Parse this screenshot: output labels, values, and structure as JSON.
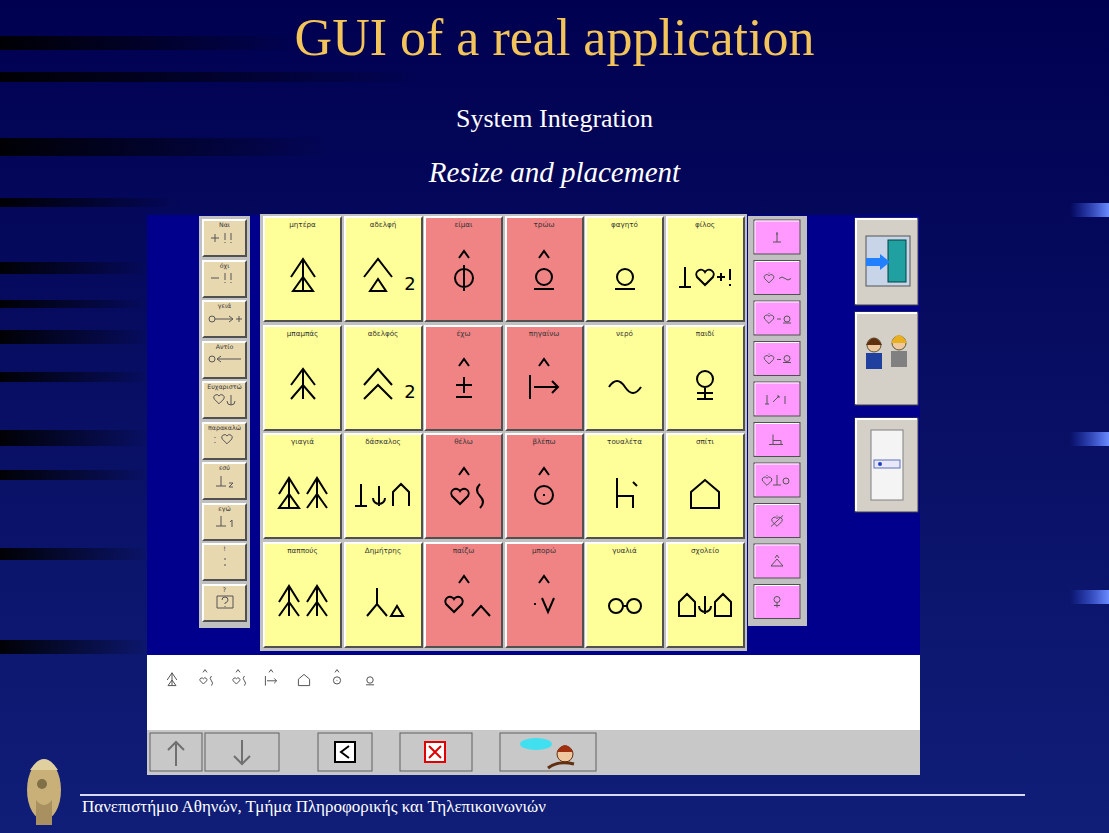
{
  "diagram": {
    "title": "GUI of a real application",
    "nodes": [
      {
        "text": [
          "Ναι"
        ]
      },
      {
        "text": [
          "όχι"
        ]
      },
      {
        "text": [
          "γειά"
        ]
      },
      {
        "text": [
          "Αντίο"
        ]
      },
      {
        "text": [
          "Ευχαριστώ"
        ]
      },
      {
        "text": [
          "παρακαλώ"
        ]
      },
      {
        "text": [
          "εσύ"
        ]
      },
      {
        "text": [
          "εγώ"
        ]
      },
      {
        "text": [
          "!"
        ]
      },
      {
        "text": [
          "?"
        ]
      },
      {
        "text": [
          "μητέρα"
        ]
      },
      {
        "text": [
          "αδελφή",
          "2"
        ]
      },
      {
        "text": [
          "είμαι"
        ]
      },
      {
        "text": [
          "τρώω"
        ]
      },
      {
        "text": [
          "φαγητό"
        ]
      },
      {
        "text": [
          "φίλος"
        ]
      },
      {
        "text": [
          "μπαμπάς"
        ]
      },
      {
        "text": [
          "αδελφός",
          "2"
        ]
      },
      {
        "text": [
          "έχω"
        ]
      },
      {
        "text": [
          "πηγαίνω"
        ]
      },
      {
        "text": [
          "νερό"
        ]
      },
      {
        "text": [
          "παιδί"
        ]
      },
      {
        "text": [
          "γιαγιά"
        ]
      },
      {
        "text": [
          "δάσκαλος"
        ]
      },
      {
        "text": [
          "θέλω"
        ]
      },
      {
        "text": [
          "βλέπω"
        ]
      },
      {
        "text": [
          "τουαλέτα"
        ]
      },
      {
        "text": [
          "σπίτι"
        ]
      },
      {
        "text": [
          "παππούς"
        ]
      },
      {
        "text": [
          "Δημήτρης"
        ]
      },
      {
        "text": [
          "παίζω"
        ]
      },
      {
        "text": [
          "μπορώ"
        ]
      },
      {
        "text": [
          "γυαλιά"
        ]
      },
      {
        "text": [
          "σχολείο"
        ]
      }
    ],
    "labels": [
      "System Integration",
      "Resize and placement",
      "Πανεπιστήμιο Αθηνών, Τμήμα Πληροφορικής και Τηλεπικοινωνιών"
    ]
  }
}
